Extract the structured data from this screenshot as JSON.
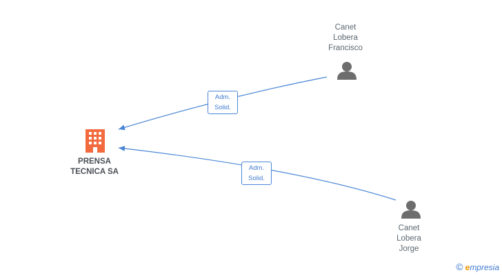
{
  "company": {
    "name_line1": "PRENSA",
    "name_line2": "TECNICA SA",
    "icon": "building-icon",
    "color": "#f26a3d"
  },
  "persons": [
    {
      "line1": "Canet",
      "line2": "Lobera",
      "line3": "Francisco",
      "icon": "person-icon"
    },
    {
      "line1": "Canet",
      "line2": "Lobera",
      "line3": "Jorge",
      "icon": "person-icon"
    }
  ],
  "edges": [
    {
      "line1": "Adm.",
      "line2": "Solid."
    },
    {
      "line1": "Adm.",
      "line2": "Solid."
    }
  ],
  "colors": {
    "edge": "#4a86d6",
    "person": "#6d6d6d"
  },
  "brand": {
    "copyright": "©",
    "e": "e",
    "rest": "mpresia"
  }
}
